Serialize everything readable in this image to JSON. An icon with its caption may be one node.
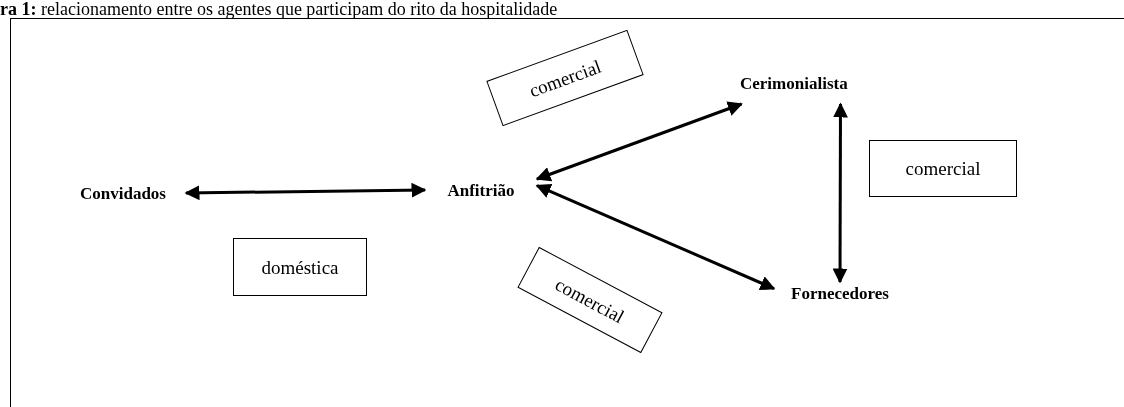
{
  "diagram": {
    "title": "**ra 1:** relacionamento entre os agentes que participam do rito da hospitalidade",
    "nodes": [
      {
        "text": [
          "Convidados"
        ]
      },
      {
        "text": [
          "Anfitrião"
        ]
      },
      {
        "text": [
          "Cerimonialista"
        ]
      },
      {
        "text": [
          "Fornecedores"
        ]
      },
      {
        "text": [
          "comercial"
        ]
      },
      {
        "text": [
          "comercial"
        ]
      },
      {
        "text": [
          "doméstica"
        ]
      },
      {
        "text": [
          "comercial"
        ]
      }
    ],
    "edges": [
      {
        "from": 0,
        "to": 1,
        "arrow": "both"
      },
      {
        "from": 1,
        "to": 2,
        "arrow": "both"
      },
      {
        "from": 2,
        "to": 3,
        "arrow": "both"
      },
      {
        "from": 1,
        "to": 3,
        "arrow": "both"
      }
    ]
  }
}
